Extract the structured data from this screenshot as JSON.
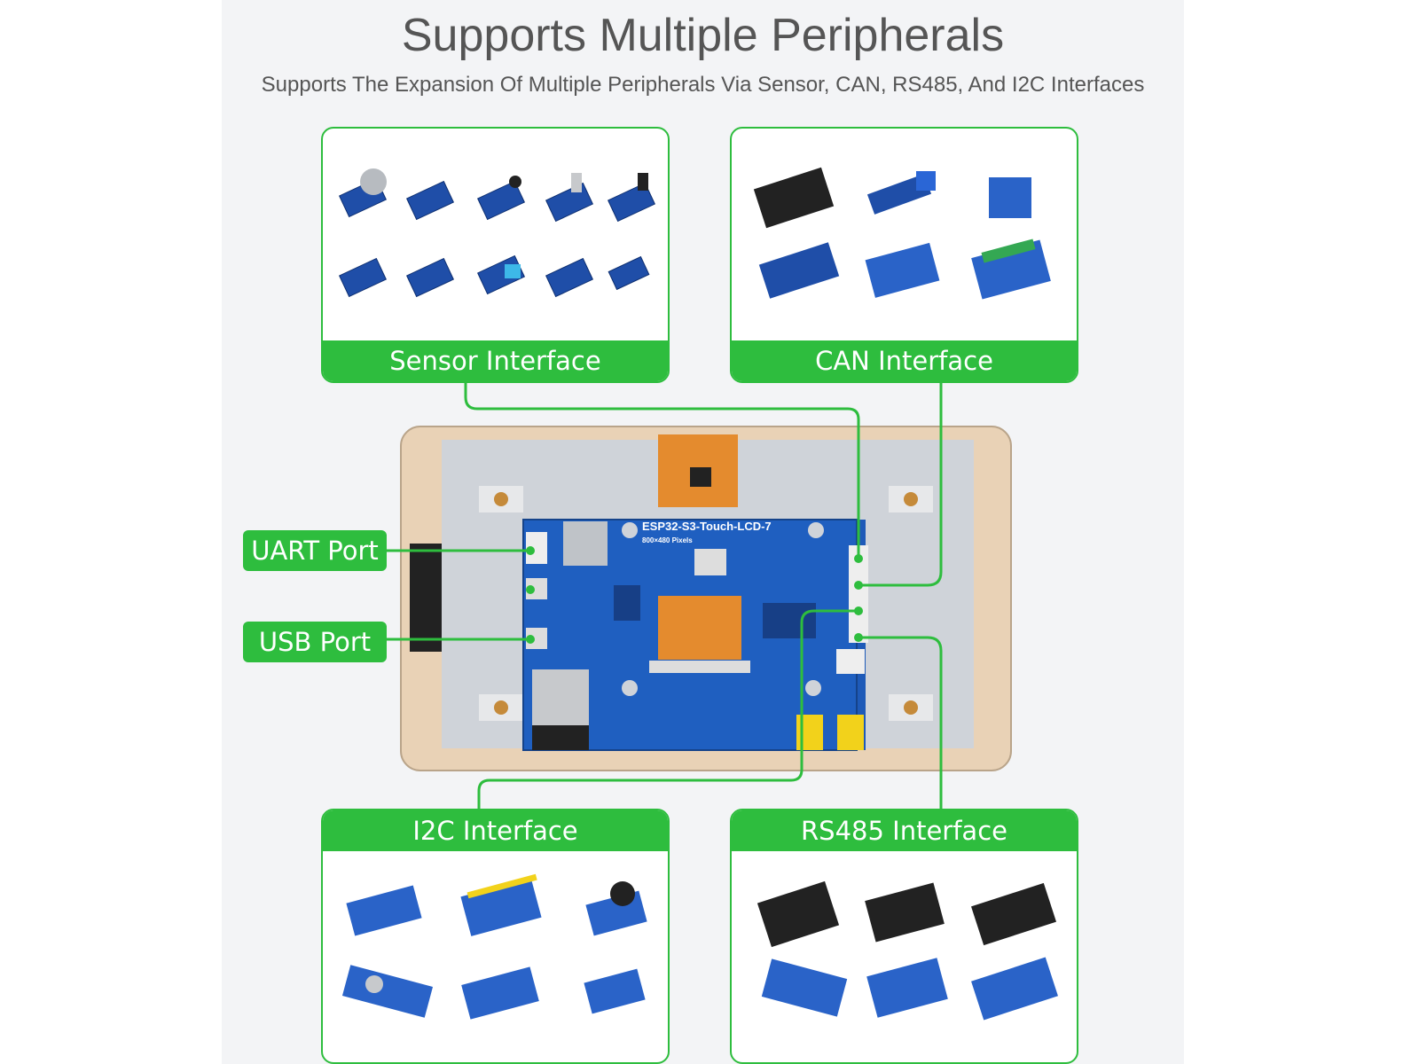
{
  "header": {
    "title": "Supports Multiple Peripherals",
    "subtitle": "Supports The Expansion Of Multiple Peripherals Via Sensor, CAN, RS485, And I2C Interfaces"
  },
  "interfaces": {
    "sensor": "Sensor Interface",
    "can": "CAN Interface",
    "i2c": "I2C Interface",
    "rs485": "RS485 Interface"
  },
  "ports": {
    "uart": "UART Port",
    "usb": "USB Port"
  },
  "board": {
    "name": "ESP32-S3-Touch-LCD-7",
    "resolution": "800×480 Pixels"
  },
  "colors": {
    "accent": "#2ebd3e",
    "pcb": "#1e5ab8",
    "fpc": "#e48b2e",
    "frame": "#e9d2b6",
    "background": "#f3f4f6"
  }
}
